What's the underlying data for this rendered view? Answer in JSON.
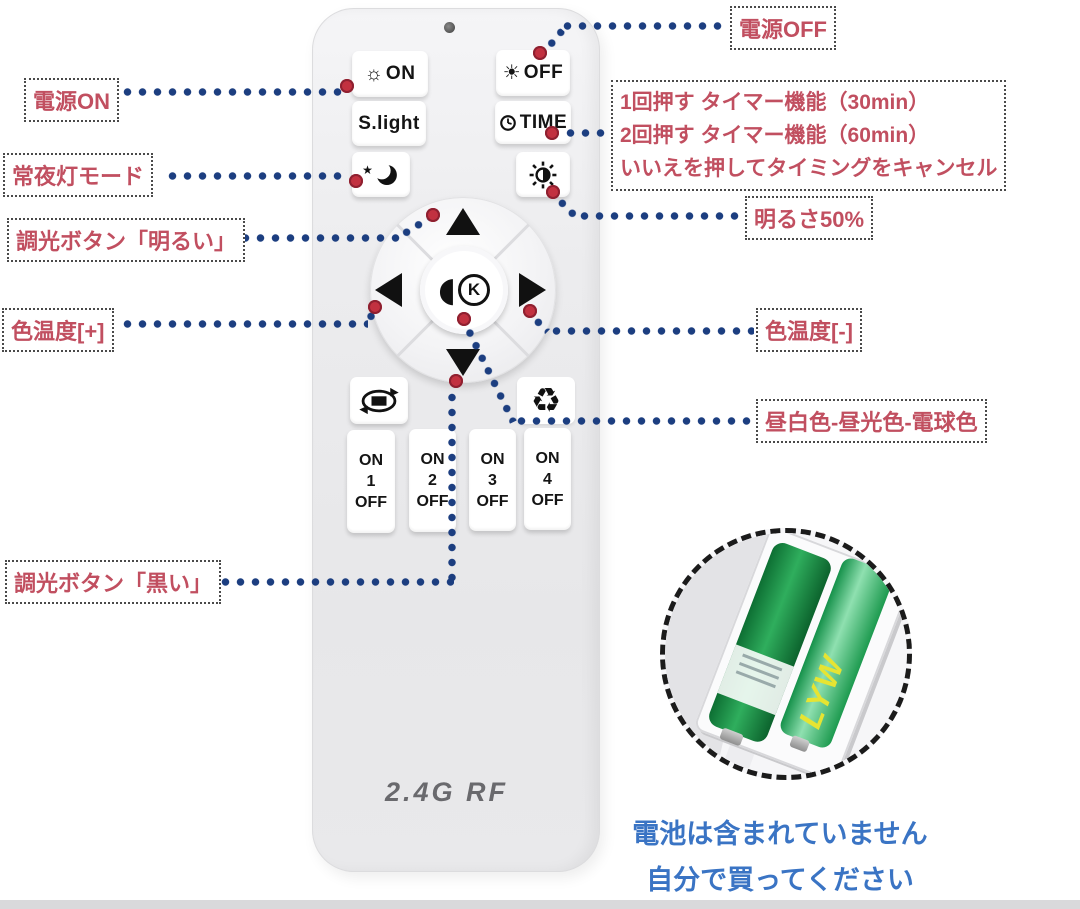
{
  "annotations": {
    "power_on": "電源ON",
    "power_off": "電源OFF",
    "timer": {
      "line1": "1回押す タイマー機能（30min）",
      "line2": "2回押す タイマー機能（60min）",
      "line3": "いいえを押してタイミングをキャンセル"
    },
    "night_light_mode": "常夜灯モード",
    "brightness_50": "明るさ50%",
    "dim_button_bright": "調光ボタン「明るい」",
    "color_temp_plus": "色温度[+]",
    "color_temp_minus": "色温度[-]",
    "color_modes": "昼白色-昼光色-電球色",
    "dim_button_dark": "調光ボタン「黒い」"
  },
  "remote": {
    "power_on_label": "ON",
    "power_off_label": "OFF",
    "slight_label": "S.light",
    "time_label": "TIME",
    "center_key": "K",
    "brand": "2.4G RF",
    "channels": [
      {
        "on": "ON",
        "num": "1",
        "off": "OFF"
      },
      {
        "on": "ON",
        "num": "2",
        "off": "OFF"
      },
      {
        "on": "ON",
        "num": "3",
        "off": "OFF"
      },
      {
        "on": "ON",
        "num": "4",
        "off": "OFF"
      }
    ]
  },
  "battery": {
    "note_line1": "電池は含まれていません",
    "note_line2": "自分で買ってください",
    "brand": "LYW"
  },
  "icons": {
    "sun_outline": "☼",
    "sun_filled": "☀",
    "star": "★",
    "recycle": "♻",
    "half_circle": "◖"
  },
  "colors": {
    "annotation_text": "#c14f60",
    "leader_dot": "#1c3e80",
    "marker_dot": "#c23140",
    "note_text": "#3a74c4",
    "battery_green": "#1f9a4e"
  }
}
